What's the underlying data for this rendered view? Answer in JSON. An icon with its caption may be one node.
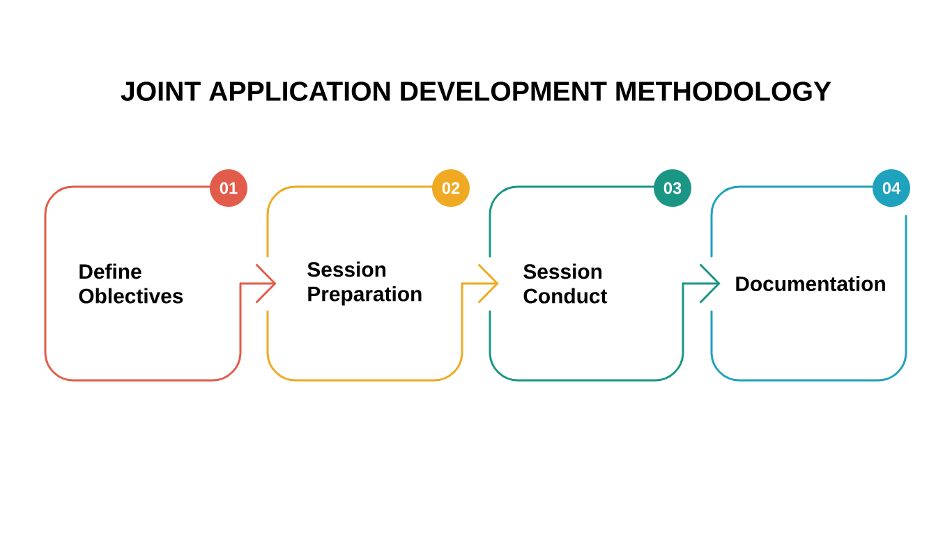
{
  "diagram": {
    "title": "JOINT APPLICATION DEVELOPMENT METHODOLOGY",
    "nodes": [
      {
        "text": [
          "Define Oblectives"
        ]
      },
      {
        "text": [
          "01"
        ]
      },
      {
        "text": [
          "Session Preparation"
        ]
      },
      {
        "text": [
          "02"
        ]
      },
      {
        "text": [
          "Session Conduct"
        ]
      },
      {
        "text": [
          "03"
        ]
      },
      {
        "text": [
          "Documentation"
        ]
      },
      {
        "text": [
          "04"
        ]
      }
    ],
    "edges": [
      {
        "from": 0,
        "to": 2,
        "arrow": "to",
        "color": "#e25c4b"
      },
      {
        "from": 2,
        "to": 4,
        "arrow": "to",
        "color": "#f0a922"
      },
      {
        "from": 4,
        "to": 6,
        "arrow": "to",
        "color": "#1b9685"
      }
    ]
  }
}
